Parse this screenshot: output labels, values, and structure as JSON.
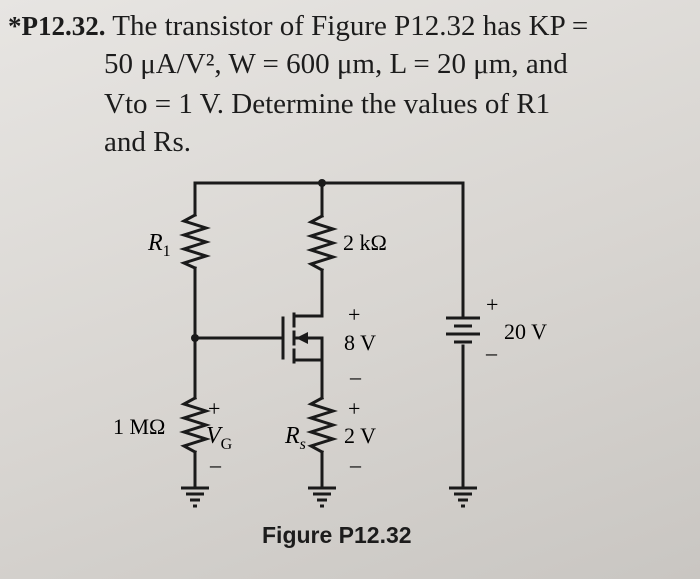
{
  "problem": {
    "number": "*P12.32.",
    "line1": "The transistor of Figure P12.32 has KP =",
    "line2": "50 μA/V², W = 600 μm, L = 20 μm, and",
    "line3": "Vto = 1 V. Determine the values of R1",
    "line4": "and Rs."
  },
  "circuit": {
    "r1_label": "R",
    "r1_sub": "1",
    "rd_label": "2 kΩ",
    "vds_plus": "+",
    "vds_value": "8 V",
    "vds_minus": "–",
    "source_plus": "+",
    "source_value": "20 V",
    "source_minus": "–",
    "r2_label": "1 MΩ",
    "vg_plus": "+",
    "vg_label": "V",
    "vg_sub": "G",
    "vg_minus": "–",
    "rs_label": "R",
    "rs_sub": "s",
    "vrs_plus": "+",
    "vrs_value": "2 V",
    "vrs_minus": "–"
  },
  "figure_caption": "Figure P12.32"
}
